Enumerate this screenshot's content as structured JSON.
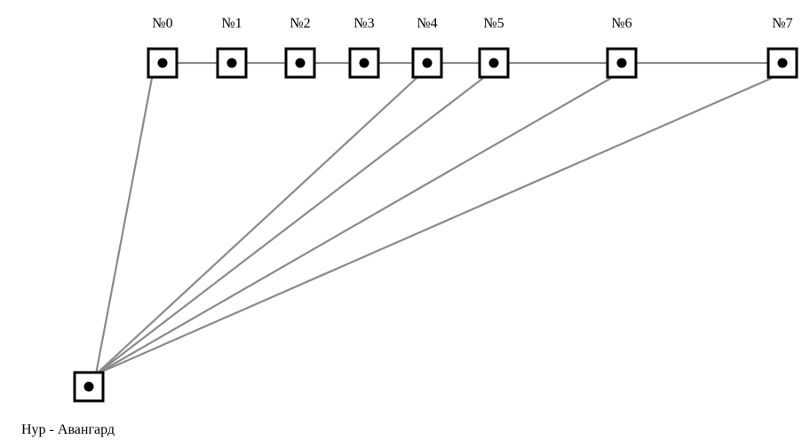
{
  "diagram": {
    "source": {
      "label": "Нур - Авангард"
    },
    "stations": [
      {
        "label": "№0"
      },
      {
        "label": "№1"
      },
      {
        "label": "№2"
      },
      {
        "label": "№3"
      },
      {
        "label": "№4"
      },
      {
        "label": "№5"
      },
      {
        "label": "№6"
      },
      {
        "label": "№7"
      }
    ],
    "chain_edges": [
      [
        0,
        1
      ],
      [
        1,
        2
      ],
      [
        2,
        3
      ],
      [
        3,
        4
      ],
      [
        4,
        5
      ],
      [
        5,
        6
      ],
      [
        6,
        7
      ]
    ],
    "source_edges": [
      0,
      4,
      5,
      6,
      7
    ]
  },
  "colors": {
    "edge": "#8a8a8a",
    "node_border": "#000000",
    "node_fill": "#ffffff",
    "node_dot": "#000000"
  }
}
